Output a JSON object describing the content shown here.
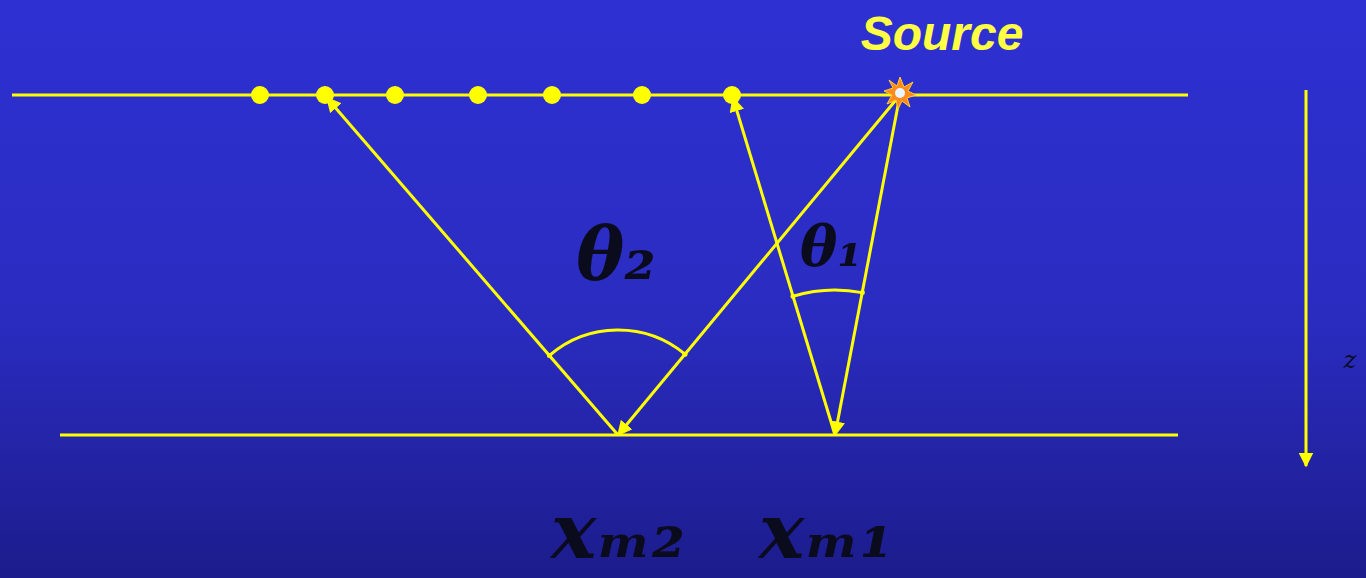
{
  "diagram": {
    "labels": [
      "Source",
      "θ₂",
      "θ₁",
      "xₘ₂",
      "xₘ₁",
      "z"
    ]
  }
}
